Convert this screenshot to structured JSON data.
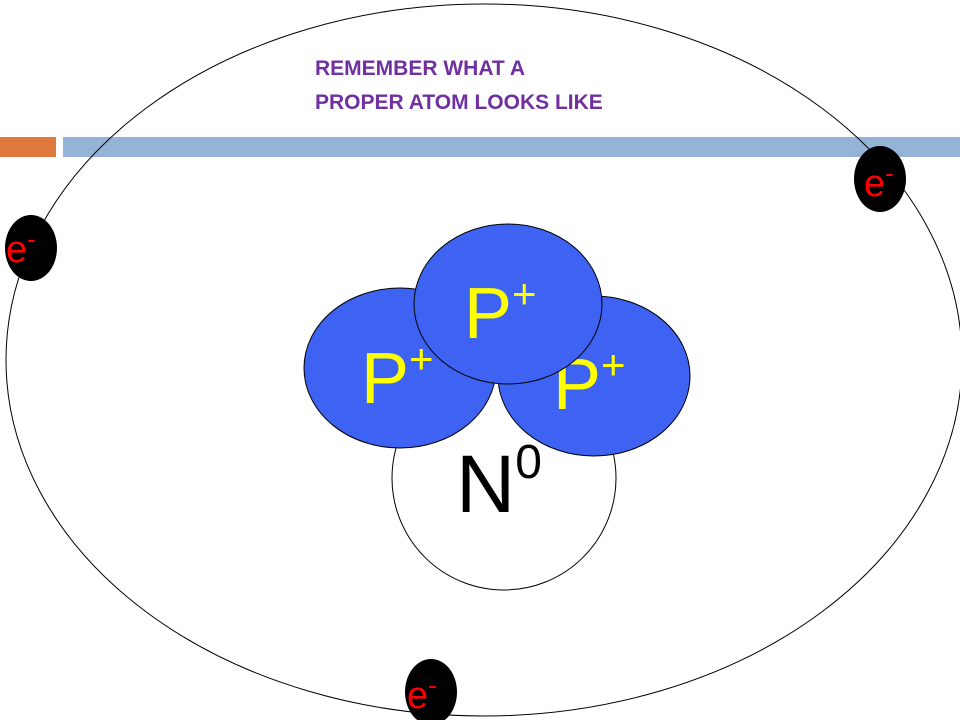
{
  "title": {
    "line1": "REMEMBER WHAT A",
    "line2": "PROPER ATOM LOOKS LIKE"
  },
  "nucleus": {
    "neutron": {
      "base": "N",
      "superscript": "0"
    },
    "protons": [
      {
        "base": "P",
        "superscript": "+"
      },
      {
        "base": "P",
        "superscript": "+"
      },
      {
        "base": "P",
        "superscript": "+"
      }
    ]
  },
  "electrons": [
    {
      "base": "e",
      "superscript": "-"
    },
    {
      "base": "e",
      "superscript": "-"
    },
    {
      "base": "e",
      "superscript": "-"
    }
  ],
  "colors": {
    "title": "#7030a0",
    "accent_bar_orange": "#e0793e",
    "accent_bar_blue": "#95b3d7",
    "proton_fill": "#3e63f2",
    "proton_text": "#ffff00",
    "electron_fill": "#000000",
    "electron_text": "#ff0000",
    "neutron_fill": "#ffffff",
    "neutron_text": "#000000"
  }
}
